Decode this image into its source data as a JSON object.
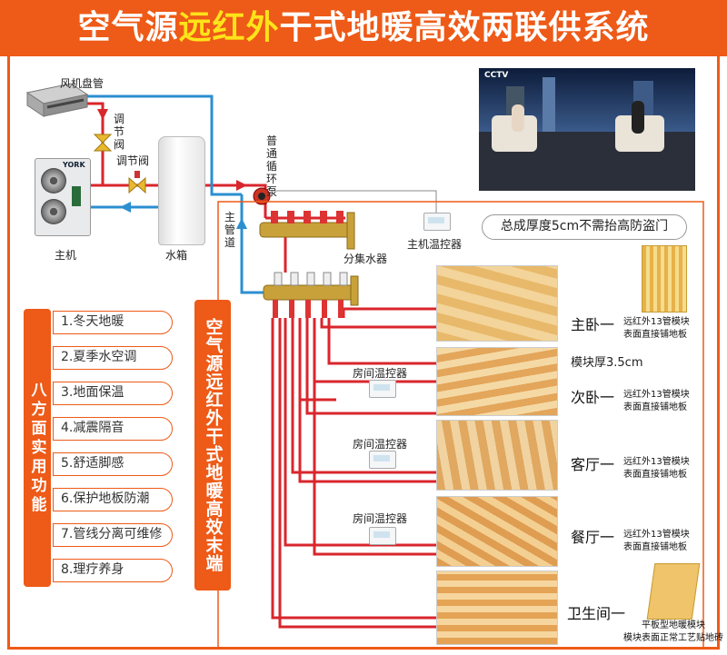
{
  "title": {
    "part1": "空气源",
    "highlight": "远红外",
    "part2": "干式地暖高效两联供系统"
  },
  "equipment": {
    "fan_coil": "风机盘管",
    "valve_vertical": "调节阀",
    "valve_horizontal": "调节阀",
    "host": "主机",
    "tank": "水箱",
    "pump": "普通循环泵",
    "main_pipe": "主管道",
    "manifold": "分集水器",
    "host_thermostat": "主机温控器",
    "room_thermostat": "房间温控器",
    "york_logo": "YORK",
    "tv_logo": "CCTV"
  },
  "note": "总成厚度5cm不需抬高防盗门",
  "module_thickness": "模块厚3.5cm",
  "rooms": [
    {
      "name": "主卧一",
      "spec1": "远红外13管模块",
      "spec2": "表面直接铺地板"
    },
    {
      "name": "次卧一",
      "spec1": "远红外13管模块",
      "spec2": "表面直接铺地板"
    },
    {
      "name": "客厅一",
      "spec1": "远红外13管模块",
      "spec2": "表面直接铺地板"
    },
    {
      "name": "餐厅一",
      "spec1": "远红外13管模块",
      "spec2": "表面直接铺地板"
    },
    {
      "name": "卫生间一",
      "spec1": "平板型地暖模块",
      "spec2": "模块表面正常工艺贴地砖"
    }
  ],
  "functions_title": "八方面实用功能",
  "functions": [
    "1.冬天地暖",
    "2.夏季水空调",
    "3.地面保温",
    "4.减震隔音",
    "5.舒适脚感",
    "6.保护地板防潮",
    "7.管线分离可维修",
    "8.理疗养身"
  ],
  "end_label": "空气源远红外干式地暖高效末端",
  "colors": {
    "accent": "#ee5a17",
    "hot_pipe": "#d9262c",
    "cold_pipe": "#2b8fd0",
    "title_highlight": "#ffe31a"
  }
}
